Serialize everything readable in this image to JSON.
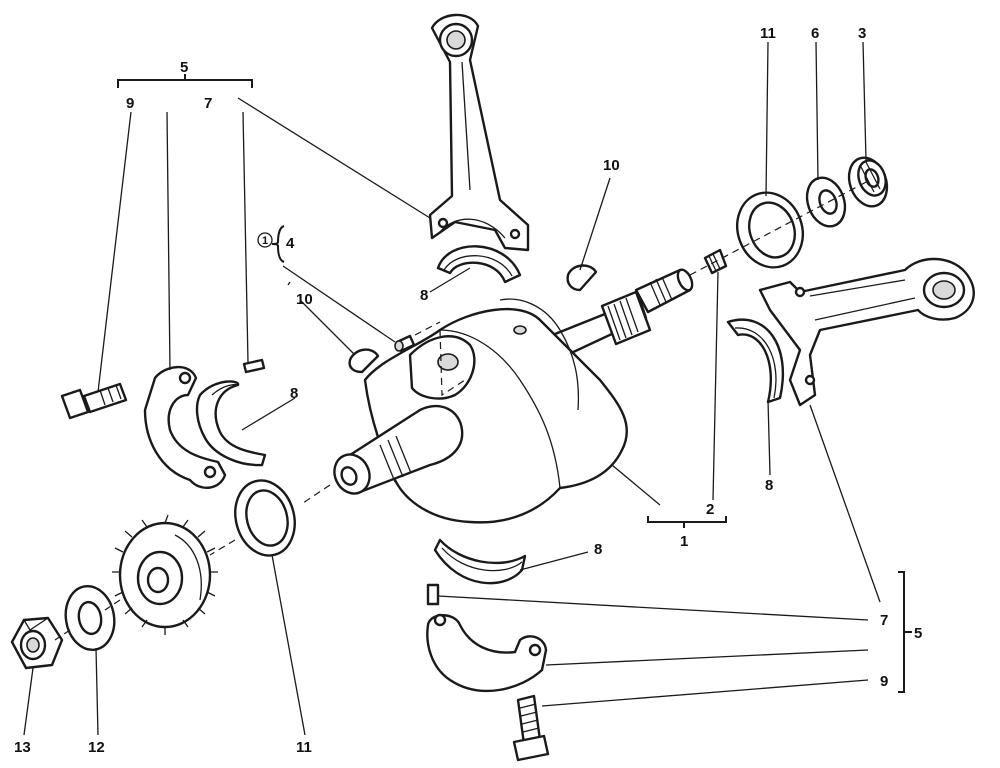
{
  "diagram": {
    "callouts": {
      "c5_top": "5",
      "c9_top": "9",
      "c7_top": "7",
      "c4": "4",
      "c4_circle": "1",
      "c10_left": "10",
      "c10_right": "10",
      "c8_top": "8",
      "c8_left": "8",
      "c8_right": "8",
      "c8_bottom": "8",
      "c11_top": "11",
      "c6": "6",
      "c3": "3",
      "c2": "2",
      "c1": "1",
      "c7_right": "7",
      "c5_right": "5",
      "c9_right": "9",
      "c13": "13",
      "c12": "12",
      "c11_bottom": "11"
    },
    "colors": {
      "line": "#1a1a1a",
      "background": "#ffffff",
      "shade": "#d9d9d9"
    }
  }
}
